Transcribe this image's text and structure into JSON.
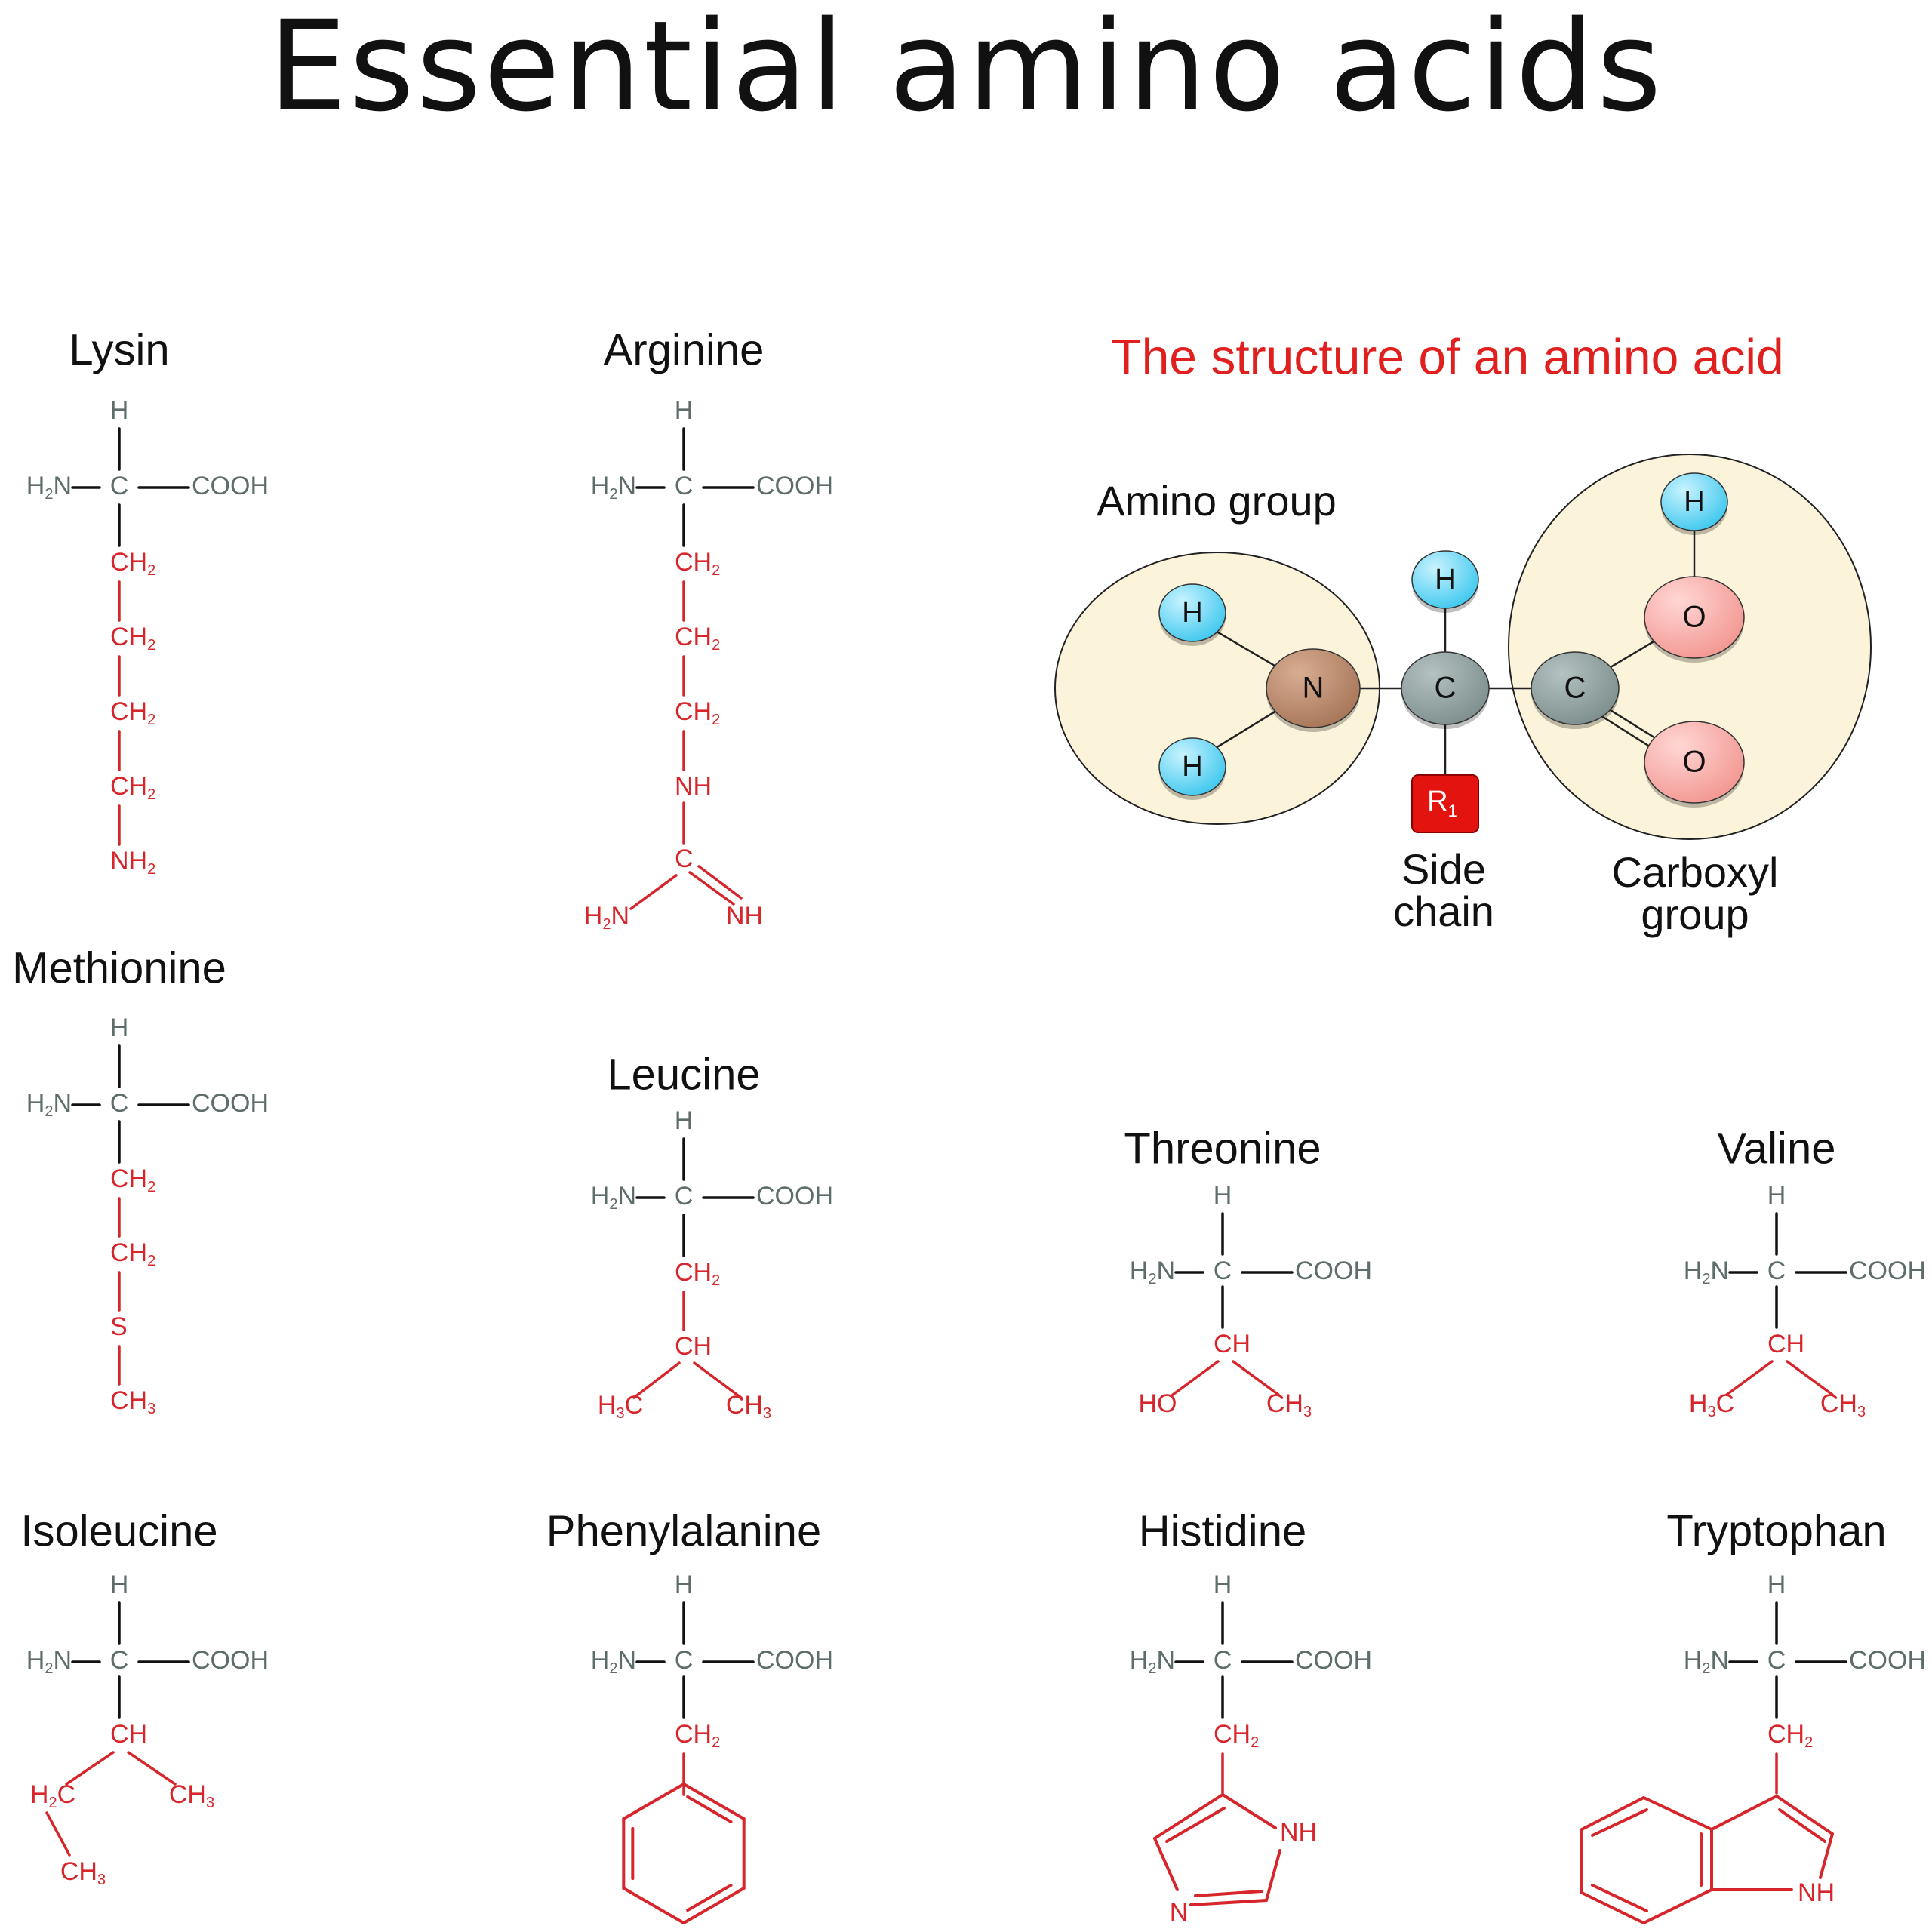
{
  "title": "Essential amino acids",
  "colors": {
    "backbone": "#5e6d6b",
    "side_chain": "#d7262b",
    "bond": "#111111",
    "structure_title": "#e0201f",
    "hydrogen": "#3fc8ee",
    "nitrogen": "#a77659",
    "carbon": "#7e8f8e",
    "oxygen": "#f39792",
    "r_group": "#e3140f",
    "region_fill": "#fbf3da"
  },
  "backbone_labels": {
    "h": "H",
    "c": "C",
    "n": "N",
    "cooh": "COOH",
    "sub2": "2"
  },
  "amino_acids": [
    {
      "id": "lysin",
      "name": "Lysin",
      "labels": [
        [
          "CH",
          "2"
        ],
        [
          "CH",
          "2"
        ],
        [
          "CH",
          "2"
        ],
        [
          "CH",
          "2"
        ],
        [
          "NH",
          "2"
        ]
      ]
    },
    {
      "id": "arginine",
      "name": "Arginine",
      "labels": [
        [
          "CH",
          "2"
        ],
        [
          "CH",
          "2"
        ],
        [
          "CH",
          "2"
        ],
        [
          "NH",
          ""
        ],
        [
          "C",
          ""
        ],
        [
          "H",
          "2",
          "N"
        ],
        [
          "NH",
          ""
        ]
      ]
    },
    {
      "id": "methionine",
      "name": "Methionine",
      "labels": [
        [
          "CH",
          "2"
        ],
        [
          "CH",
          "2"
        ],
        [
          "S",
          ""
        ],
        [
          "CH",
          "3"
        ]
      ]
    },
    {
      "id": "leucine",
      "name": "Leucine",
      "labels": [
        [
          "CH",
          "2"
        ],
        [
          "CH",
          ""
        ],
        [
          "H",
          "3",
          "C"
        ],
        [
          "CH",
          "3"
        ]
      ]
    },
    {
      "id": "threonine",
      "name": "Threonine",
      "labels": [
        [
          "CH",
          ""
        ],
        [
          "HO",
          ""
        ],
        [
          "CH",
          "3"
        ]
      ]
    },
    {
      "id": "valine",
      "name": "Valine",
      "labels": [
        [
          "CH",
          ""
        ],
        [
          "H",
          "3",
          "C"
        ],
        [
          "CH",
          "3"
        ]
      ]
    },
    {
      "id": "isoleucine",
      "name": "Isoleucine",
      "labels": [
        [
          "CH",
          ""
        ],
        [
          "H",
          "2",
          "C"
        ],
        [
          "CH",
          "3"
        ],
        [
          "CH",
          "3"
        ]
      ]
    },
    {
      "id": "phenylalanine",
      "name": "Phenylalanine",
      "labels": [
        [
          "CH",
          "2"
        ]
      ]
    },
    {
      "id": "histidine",
      "name": "Histidine",
      "labels": [
        [
          "CH",
          "2"
        ],
        [
          "NH",
          ""
        ],
        [
          "N",
          ""
        ]
      ]
    },
    {
      "id": "tryptophan",
      "name": "Tryptophan",
      "labels": [
        [
          "CH",
          "2"
        ],
        [
          "NH",
          ""
        ]
      ]
    }
  ],
  "structure": {
    "title": "The structure of an amino acid",
    "amino_group_label": "Amino group",
    "side_chain_label": [
      "Side",
      "chain"
    ],
    "carboxyl_label": [
      "Carboxyl",
      "group"
    ],
    "atoms": {
      "h": "H",
      "n": "N",
      "c": "C",
      "o": "O",
      "r": "R",
      "r_sub": "1"
    }
  }
}
